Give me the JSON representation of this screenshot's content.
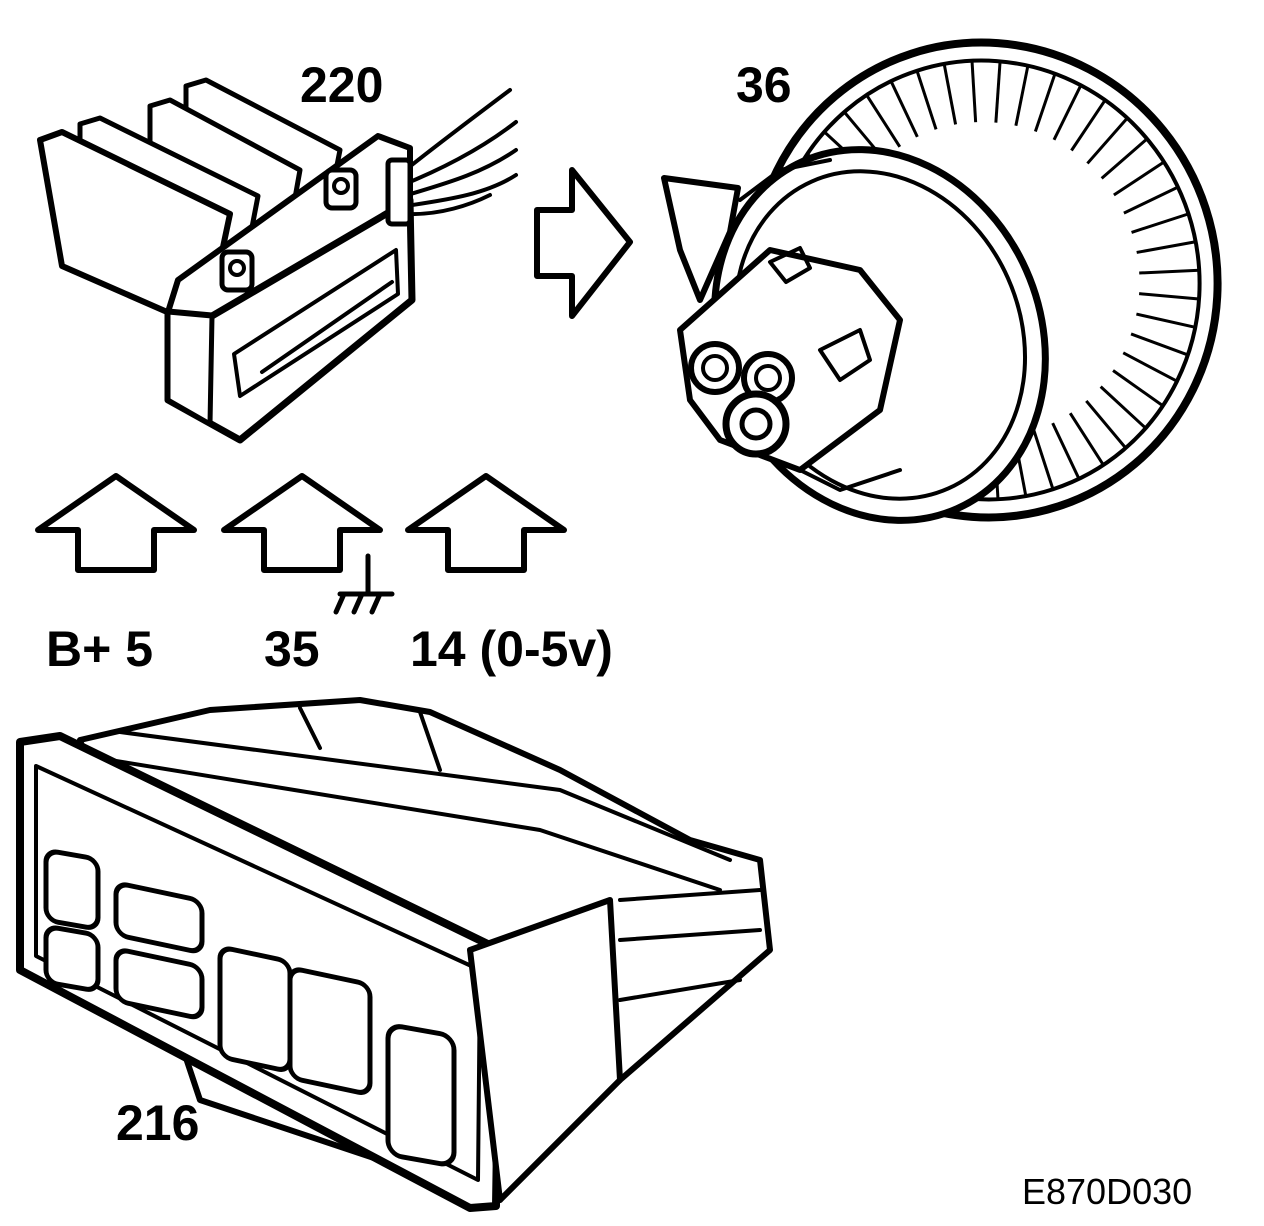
{
  "components": {
    "resistor_module": {
      "label": "220"
    },
    "blower_motor": {
      "label": "36"
    },
    "control_panel": {
      "label": "216"
    }
  },
  "signals": {
    "supply": "B+ 5",
    "ground": "35",
    "control": "14 (0-5v)"
  },
  "figure_ref": "E870D030",
  "icons": [
    "arrow-right-icon",
    "arrow-up-icon",
    "ground-symbol-icon"
  ],
  "colors": {
    "ink": "#000000",
    "paper": "#ffffff"
  }
}
